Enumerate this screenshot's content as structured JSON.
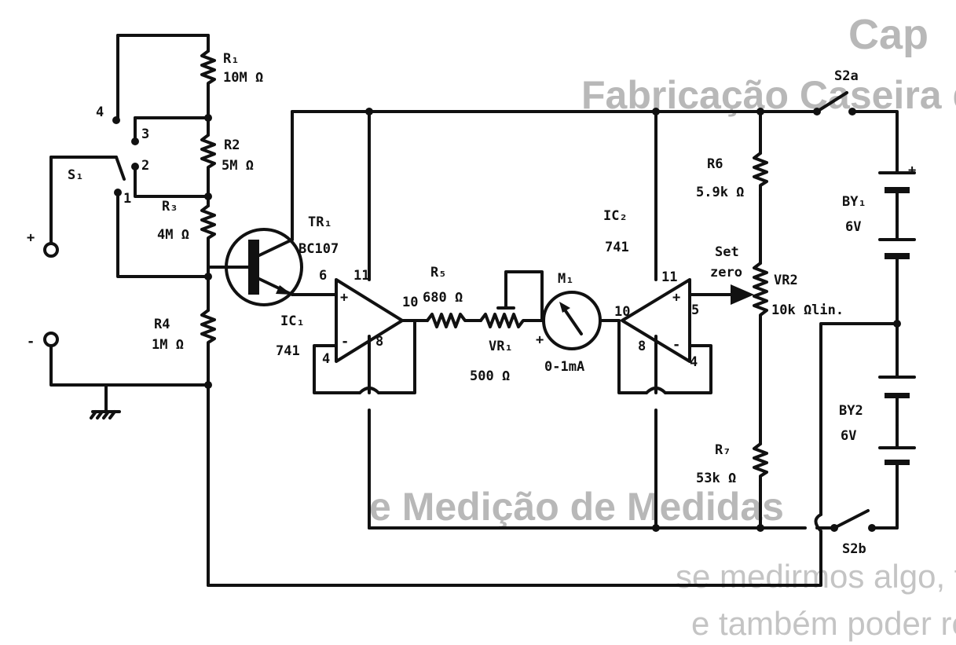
{
  "background_text": {
    "line1": "Cap",
    "line2": "Fabricação Caseira de Re",
    "line3": "e Medição de Medidas",
    "line4": "se medirmos algo, teremos condições de saber o qu",
    "line5": "e também poder repetir o acontecimento, desc"
  },
  "labels": {
    "r1": "R₁",
    "r1_val": "10M Ω",
    "r2": "R2",
    "r2_val": "5M Ω",
    "r3": "R₃",
    "r3_val": "4M Ω",
    "r4": "R4",
    "r4_val": "1M Ω",
    "r5": "R₅",
    "r5_val": "680 Ω",
    "r6": "R6",
    "r6_val": "5.9k Ω",
    "r7": "R₇",
    "r7_val": "53k Ω",
    "s1": "S₁",
    "sw4": "4",
    "sw3": "3",
    "sw2": "2",
    "sw1": "1",
    "plus": "+",
    "minus": "-",
    "tr1": "TR₁",
    "tr1_part": "BC107",
    "ic1": "IC₁",
    "ic1_part": "741",
    "ic2": "IC₂",
    "ic2_part": "741",
    "ic1_p6": "6",
    "ic1_p11": "11",
    "ic1_p10": "10",
    "ic1_p4": "4",
    "ic1_p8": "8",
    "ic1_plus": "+",
    "ic1_minus": "-",
    "ic2_p11": "11",
    "ic2_p10": "10",
    "ic2_p5": "5",
    "ic2_p8": "8",
    "ic2_p4": "4",
    "ic2_plus": "+",
    "ic2_minus": "-",
    "vr1": "VR₁",
    "vr1_val": "500 Ω",
    "m1": "M₁",
    "m1_range": "0-1mA",
    "m1_plus": "+",
    "set_zero_1": "Set",
    "set_zero_2": "zero",
    "vr2": "VR2",
    "vr2_val": "10k Ωlin.",
    "s2a": "S2a",
    "s2b": "S2b",
    "by1": "BY₁",
    "by1_val": "6V",
    "by2": "BY2",
    "by2_val": "6V",
    "bat_plus": "+"
  }
}
